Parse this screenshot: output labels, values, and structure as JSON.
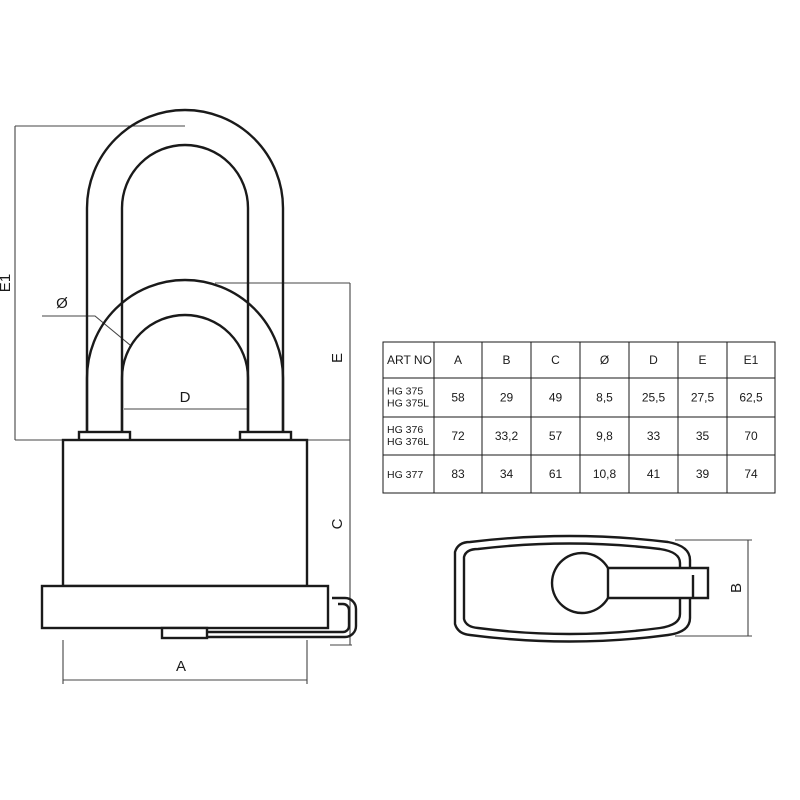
{
  "dimension_labels": {
    "a": "A",
    "b": "B",
    "c": "C",
    "d": "D",
    "e": "E",
    "e1": "E1",
    "diameter": "Ø"
  },
  "spec_table": {
    "headers": [
      "ART NO",
      "A",
      "B",
      "C",
      "Ø",
      "D",
      "E",
      "E1"
    ],
    "rows": [
      {
        "art_no": [
          "HG 375",
          "HG 375L"
        ],
        "values": [
          "58",
          "29",
          "49",
          "8,5",
          "25,5",
          "27,5",
          "62,5"
        ]
      },
      {
        "art_no": [
          "HG 376",
          "HG 376L"
        ],
        "values": [
          "72",
          "33,2",
          "57",
          "9,8",
          "33",
          "35",
          "70"
        ]
      },
      {
        "art_no": [
          "HG 377"
        ],
        "values": [
          "83",
          "34",
          "61",
          "10,8",
          "41",
          "39",
          "74"
        ]
      }
    ]
  }
}
